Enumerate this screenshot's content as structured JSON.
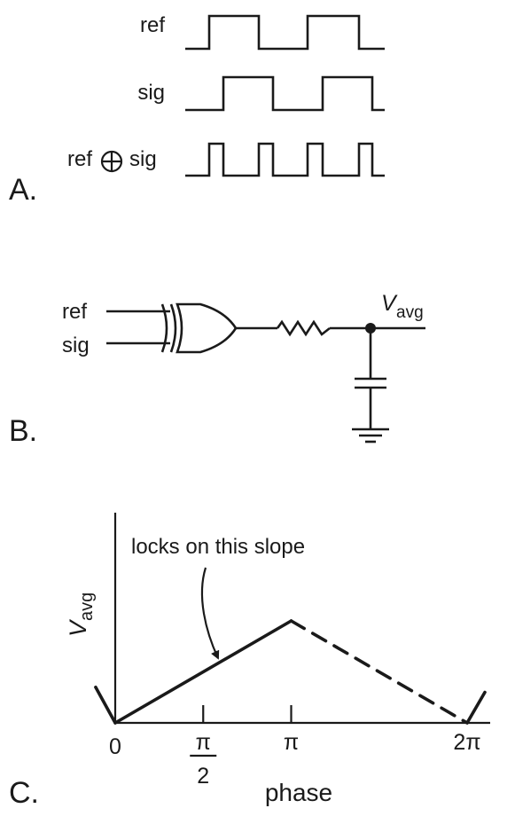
{
  "panel_a": {
    "label": "A.",
    "rows": [
      {
        "text": "ref"
      },
      {
        "text": "sig"
      },
      {
        "text_left": "ref",
        "xor_symbol": "⊕",
        "text_right": "sig"
      }
    ]
  },
  "panel_b": {
    "label": "B.",
    "input_ref": "ref",
    "input_sig": "sig",
    "output_v": "V",
    "output_sub": "avg"
  },
  "panel_c": {
    "label": "C.",
    "ylabel_v": "V",
    "ylabel_sub": "avg",
    "xlabel": "phase",
    "annotation": "locks on this slope",
    "ticks": {
      "zero": "0",
      "half_pi_num": "π",
      "half_pi_den": "2",
      "pi": "π",
      "two_pi": "2π"
    }
  },
  "chart_data": {
    "type": "line",
    "xlabel": "phase",
    "ylabel": "Vavg",
    "x_tick_labels": [
      "0",
      "π/2",
      "π",
      "2π"
    ],
    "series": [
      {
        "segment": "solid",
        "x": [
          -0.35,
          0
        ],
        "y": [
          0.35,
          0
        ]
      },
      {
        "segment": "solid",
        "x": [
          0,
          3.14159
        ],
        "y": [
          0,
          1
        ]
      },
      {
        "segment": "dashed",
        "x": [
          3.14159,
          6.28319
        ],
        "y": [
          1,
          0
        ]
      },
      {
        "segment": "solid",
        "x": [
          6.28319,
          6.6
        ],
        "y": [
          0,
          0.3
        ]
      }
    ],
    "annotation": "locks on this slope",
    "grid": false
  }
}
